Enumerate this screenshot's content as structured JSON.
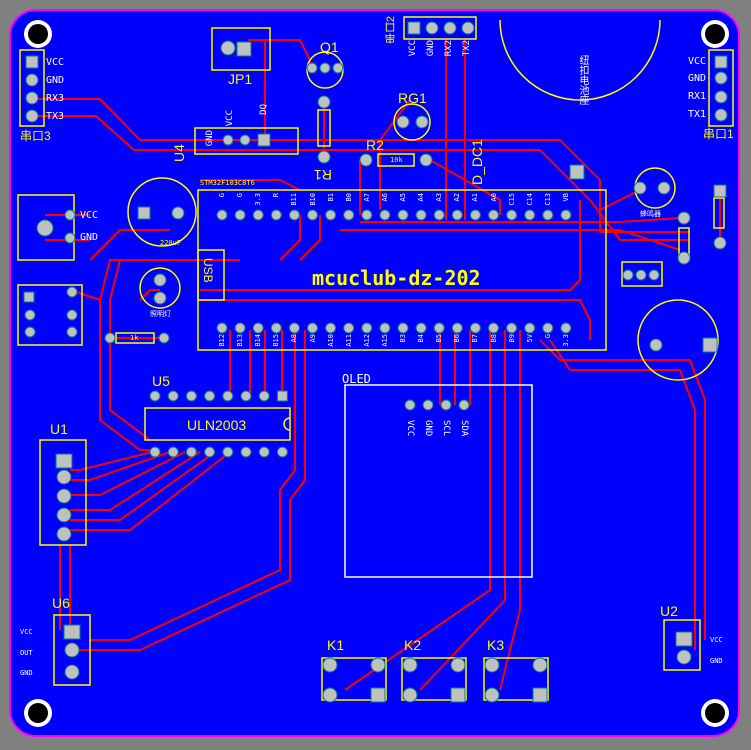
{
  "board": {
    "title": "mcuclub-dz-202",
    "colors": {
      "board": "#0000ff",
      "outline": "#ff00ff",
      "silk": "#ffff00",
      "trace": "#ff0000",
      "pad": "#c0c0c0",
      "via": "#00a0a0",
      "text": "#ffffff"
    }
  },
  "components": {
    "jp1": "JP1",
    "q1": "Q1",
    "rg1": "RG1",
    "r2": "R2",
    "r2_value": "10k",
    "r1": "R1",
    "d_dc1": "D_DC1",
    "u4": "U4",
    "u5": "U5",
    "uln": "ULN2003",
    "u1": "U1",
    "u6": "U6",
    "u2": "U2",
    "k1": "K1",
    "k2": "K2",
    "k3": "K3",
    "oled": "OLED",
    "usb": "USB",
    "cap_value": "220uF",
    "r_small": "1k",
    "mcu_part": "STM32F103C8T6",
    "buzzer_label": "蜂鸣器",
    "lamp_label": "照明灯",
    "battery_label": "纽扣电池座"
  },
  "headers": {
    "chuankou3": {
      "title": "串口3",
      "pins": [
        "VCC",
        "GND",
        "RX3",
        "TX3"
      ]
    },
    "chuankou1": {
      "title": "串口1",
      "pins": [
        "VCC",
        "GND",
        "RX1",
        "TX1"
      ]
    },
    "chuankou2": {
      "title": "串口2",
      "pins": [
        "VCC",
        "GND",
        "RX2",
        "TX2"
      ]
    },
    "sensor_left": {
      "pins": [
        "VCC",
        "GND"
      ]
    },
    "oled_pins": [
      "VCC",
      "GND",
      "SCL",
      "SDA"
    ],
    "u6_pins": [
      "VCC",
      "OUT",
      "GND"
    ],
    "u2_pins": [
      "VCC",
      "GND"
    ],
    "u4_pins": [
      "GND",
      "VCC",
      "DQ"
    ]
  },
  "mcu_top_pins": [
    "G",
    "G",
    "3.3",
    "R",
    "B11",
    "B10",
    "B1",
    "B0",
    "A7",
    "A6",
    "A5",
    "A4",
    "A3",
    "A2",
    "A1",
    "A0",
    "C15",
    "C14",
    "C13",
    "VB"
  ],
  "mcu_bottom_pins": [
    "B12",
    "B13",
    "B14",
    "B15",
    "A8",
    "A9",
    "A10",
    "A11",
    "A12",
    "A15",
    "B3",
    "B4",
    "B5",
    "B6",
    "B7",
    "B8",
    "B9",
    "5V",
    "G",
    "3.3"
  ]
}
